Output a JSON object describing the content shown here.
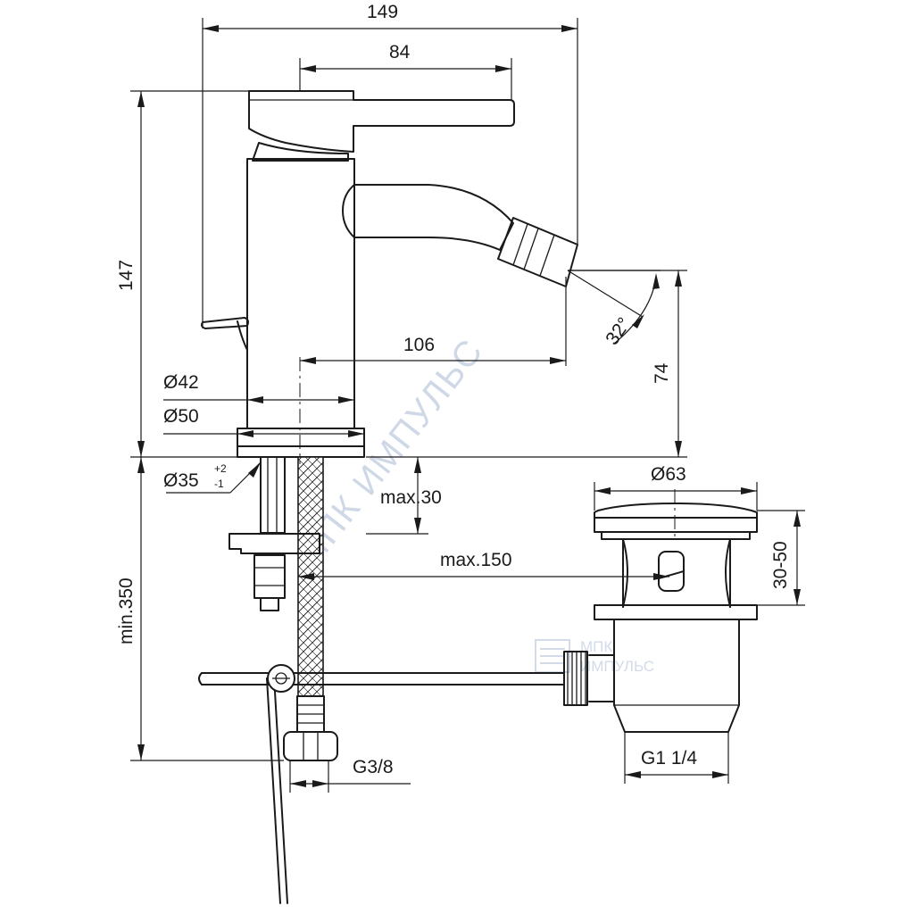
{
  "dimensions": {
    "overall_width": "149",
    "lever_width": "84",
    "height": "147",
    "spout_reach": "106",
    "outlet_height": "74",
    "spray_angle": "32°",
    "body_diameter": "Ø42",
    "base_diameter": "Ø50",
    "hole_diameter": "Ø35",
    "hole_tol_plus": "+2",
    "hole_tol_minus": "-1",
    "deck_thickness": "max.30",
    "min_length": "min.350",
    "rod_length": "max.150",
    "waste_diameter": "Ø63",
    "waste_height": "30-50",
    "waste_thread": "G1 1/4",
    "hose_thread": "G3/8"
  },
  "watermark": {
    "text_large": "МПК ИМПУЛЬС",
    "logo_line1": "МПК",
    "logo_line2": "ИМПУЛЬС"
  }
}
